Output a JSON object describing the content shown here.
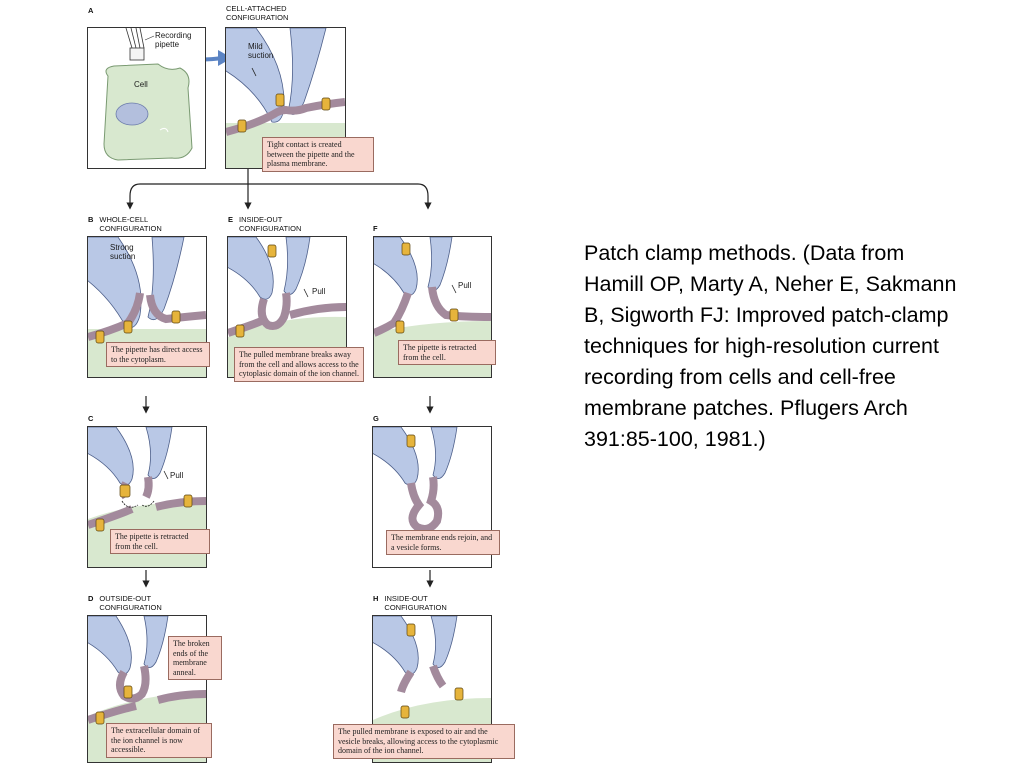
{
  "caption": "Patch clamp methods. (Data from Hamill OP, Marty A, Neher E, Sakmann B, Sigworth FJ: Improved patch-clamp techniques for high-resolution current recording from cells and cell-free membrane patches. Pflugers Arch 391:85-100, 1981.)",
  "colors": {
    "pipette": "#b9c8e6",
    "pipette_edge": "#4d5f8a",
    "cytoplasm": "#d8e8cf",
    "membrane": "#a38a9c",
    "ion_channel": "#e6b43c",
    "callout_fill": "#f9d7cf"
  },
  "panel_a": {
    "letter": "A",
    "pipette_label": "Recording\npipette",
    "cell_label": "Cell",
    "config_title": "CELL-ATTACHED\nCONFIGURATION",
    "suction_label": "Mild\nsuction",
    "callout": "Tight contact is created between the pipette and the plasma membrane."
  },
  "panel_b": {
    "letter": "B",
    "title": "WHOLE-CELL\nCONFIGURATION",
    "suction_label": "Strong\nsuction",
    "callout": "The pipette has direct access to the cytoplasm."
  },
  "panel_c": {
    "letter": "C",
    "pull_label": "Pull",
    "callout": "The pipette is retracted from the cell."
  },
  "panel_d": {
    "letter": "D",
    "title": "OUTSIDE-OUT\nCONFIGURATION",
    "callout_top": "The broken ends of the membrane anneal.",
    "callout": "The extracellular domain of the ion channel is now accessible."
  },
  "panel_e": {
    "letter": "E",
    "title": "INSIDE-OUT\nCONFIGURATION",
    "pull_label": "Pull",
    "callout": "The pulled membrane breaks away from the cell and allows access to the cytoplasic domain of the ion channel."
  },
  "panel_f": {
    "letter": "F",
    "pull_label": "Pull",
    "callout": "The pipette is retracted from the cell."
  },
  "panel_g": {
    "letter": "G",
    "callout": "The membrane ends rejoin, and a vesicle forms."
  },
  "panel_h": {
    "letter": "H",
    "title": "INSIDE-OUT\nCONFIGURATION",
    "callout": "The pulled membrane is exposed to air and the vesicle breaks, allowing access to the cytoplasmic domain of the ion channel."
  }
}
